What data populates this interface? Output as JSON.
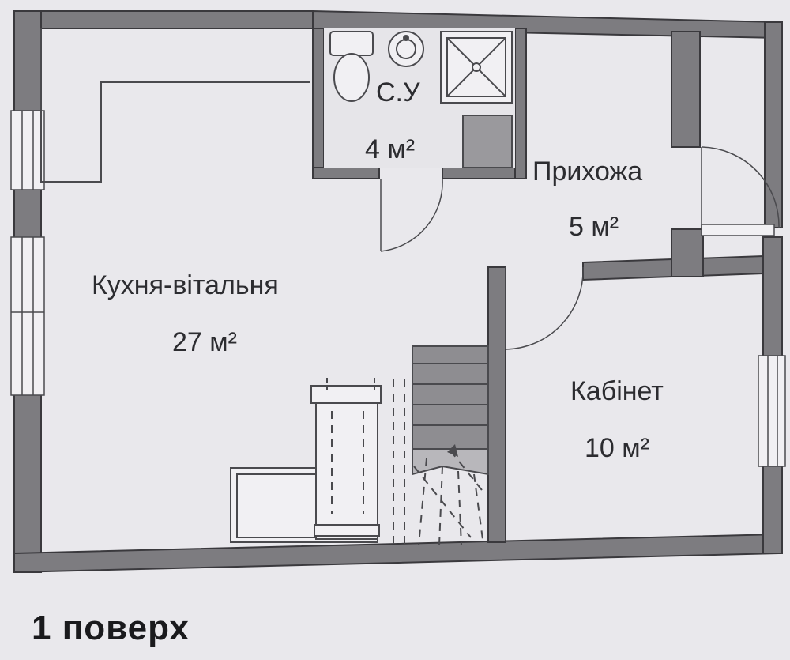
{
  "rooms": {
    "bathroom": {
      "name": "С.У",
      "area": "4 м²"
    },
    "hallway": {
      "name": "Прихожа",
      "area": "5 м²"
    },
    "kitchen_living": {
      "name": "Кухня-вітальня",
      "area": "27 м²"
    },
    "office": {
      "name": "Кабінет",
      "area": "10 м²"
    }
  },
  "floor_label": "1 поверх",
  "colors": {
    "wall": "#7d7c80",
    "wall_outline": "#3a393d",
    "floor": "#e6e5e9",
    "line": "#4a4a4e",
    "text": "#2c2c30"
  }
}
